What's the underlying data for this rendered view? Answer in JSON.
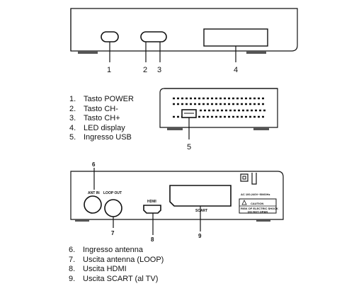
{
  "callouts": {
    "front": [
      "1",
      "2",
      "3",
      "4"
    ],
    "side": "5",
    "rear": [
      "6",
      "7",
      "8",
      "9"
    ]
  },
  "legend_top": [
    {
      "num": "1.",
      "text": "Tasto POWER"
    },
    {
      "num": "2.",
      "text": "Tasto CH-"
    },
    {
      "num": "3.",
      "text": "Tasto CH+"
    },
    {
      "num": "4.",
      "text": "LED display"
    },
    {
      "num": "5.",
      "text": "Ingresso USB"
    }
  ],
  "legend_bottom": [
    {
      "num": "6.",
      "text": "Ingresso antenna"
    },
    {
      "num": "7.",
      "text": "Uscita antenna (LOOP)"
    },
    {
      "num": "8.",
      "text": "Uscita HDMI"
    },
    {
      "num": "9.",
      "text": "Uscita SCART (al TV)"
    }
  ],
  "rear_panel": {
    "ant_in": "ANT IN",
    "loop_out": "LOOP OUT",
    "hdmi": "HDMI",
    "scart": "SCART",
    "power_rating": "AC 100-240V~50/60Hz",
    "caution_title": "CAUTION",
    "caution_line1": "RISK OF ELECTRIC SHOCK",
    "caution_line2": "DO NOT OPEN"
  }
}
